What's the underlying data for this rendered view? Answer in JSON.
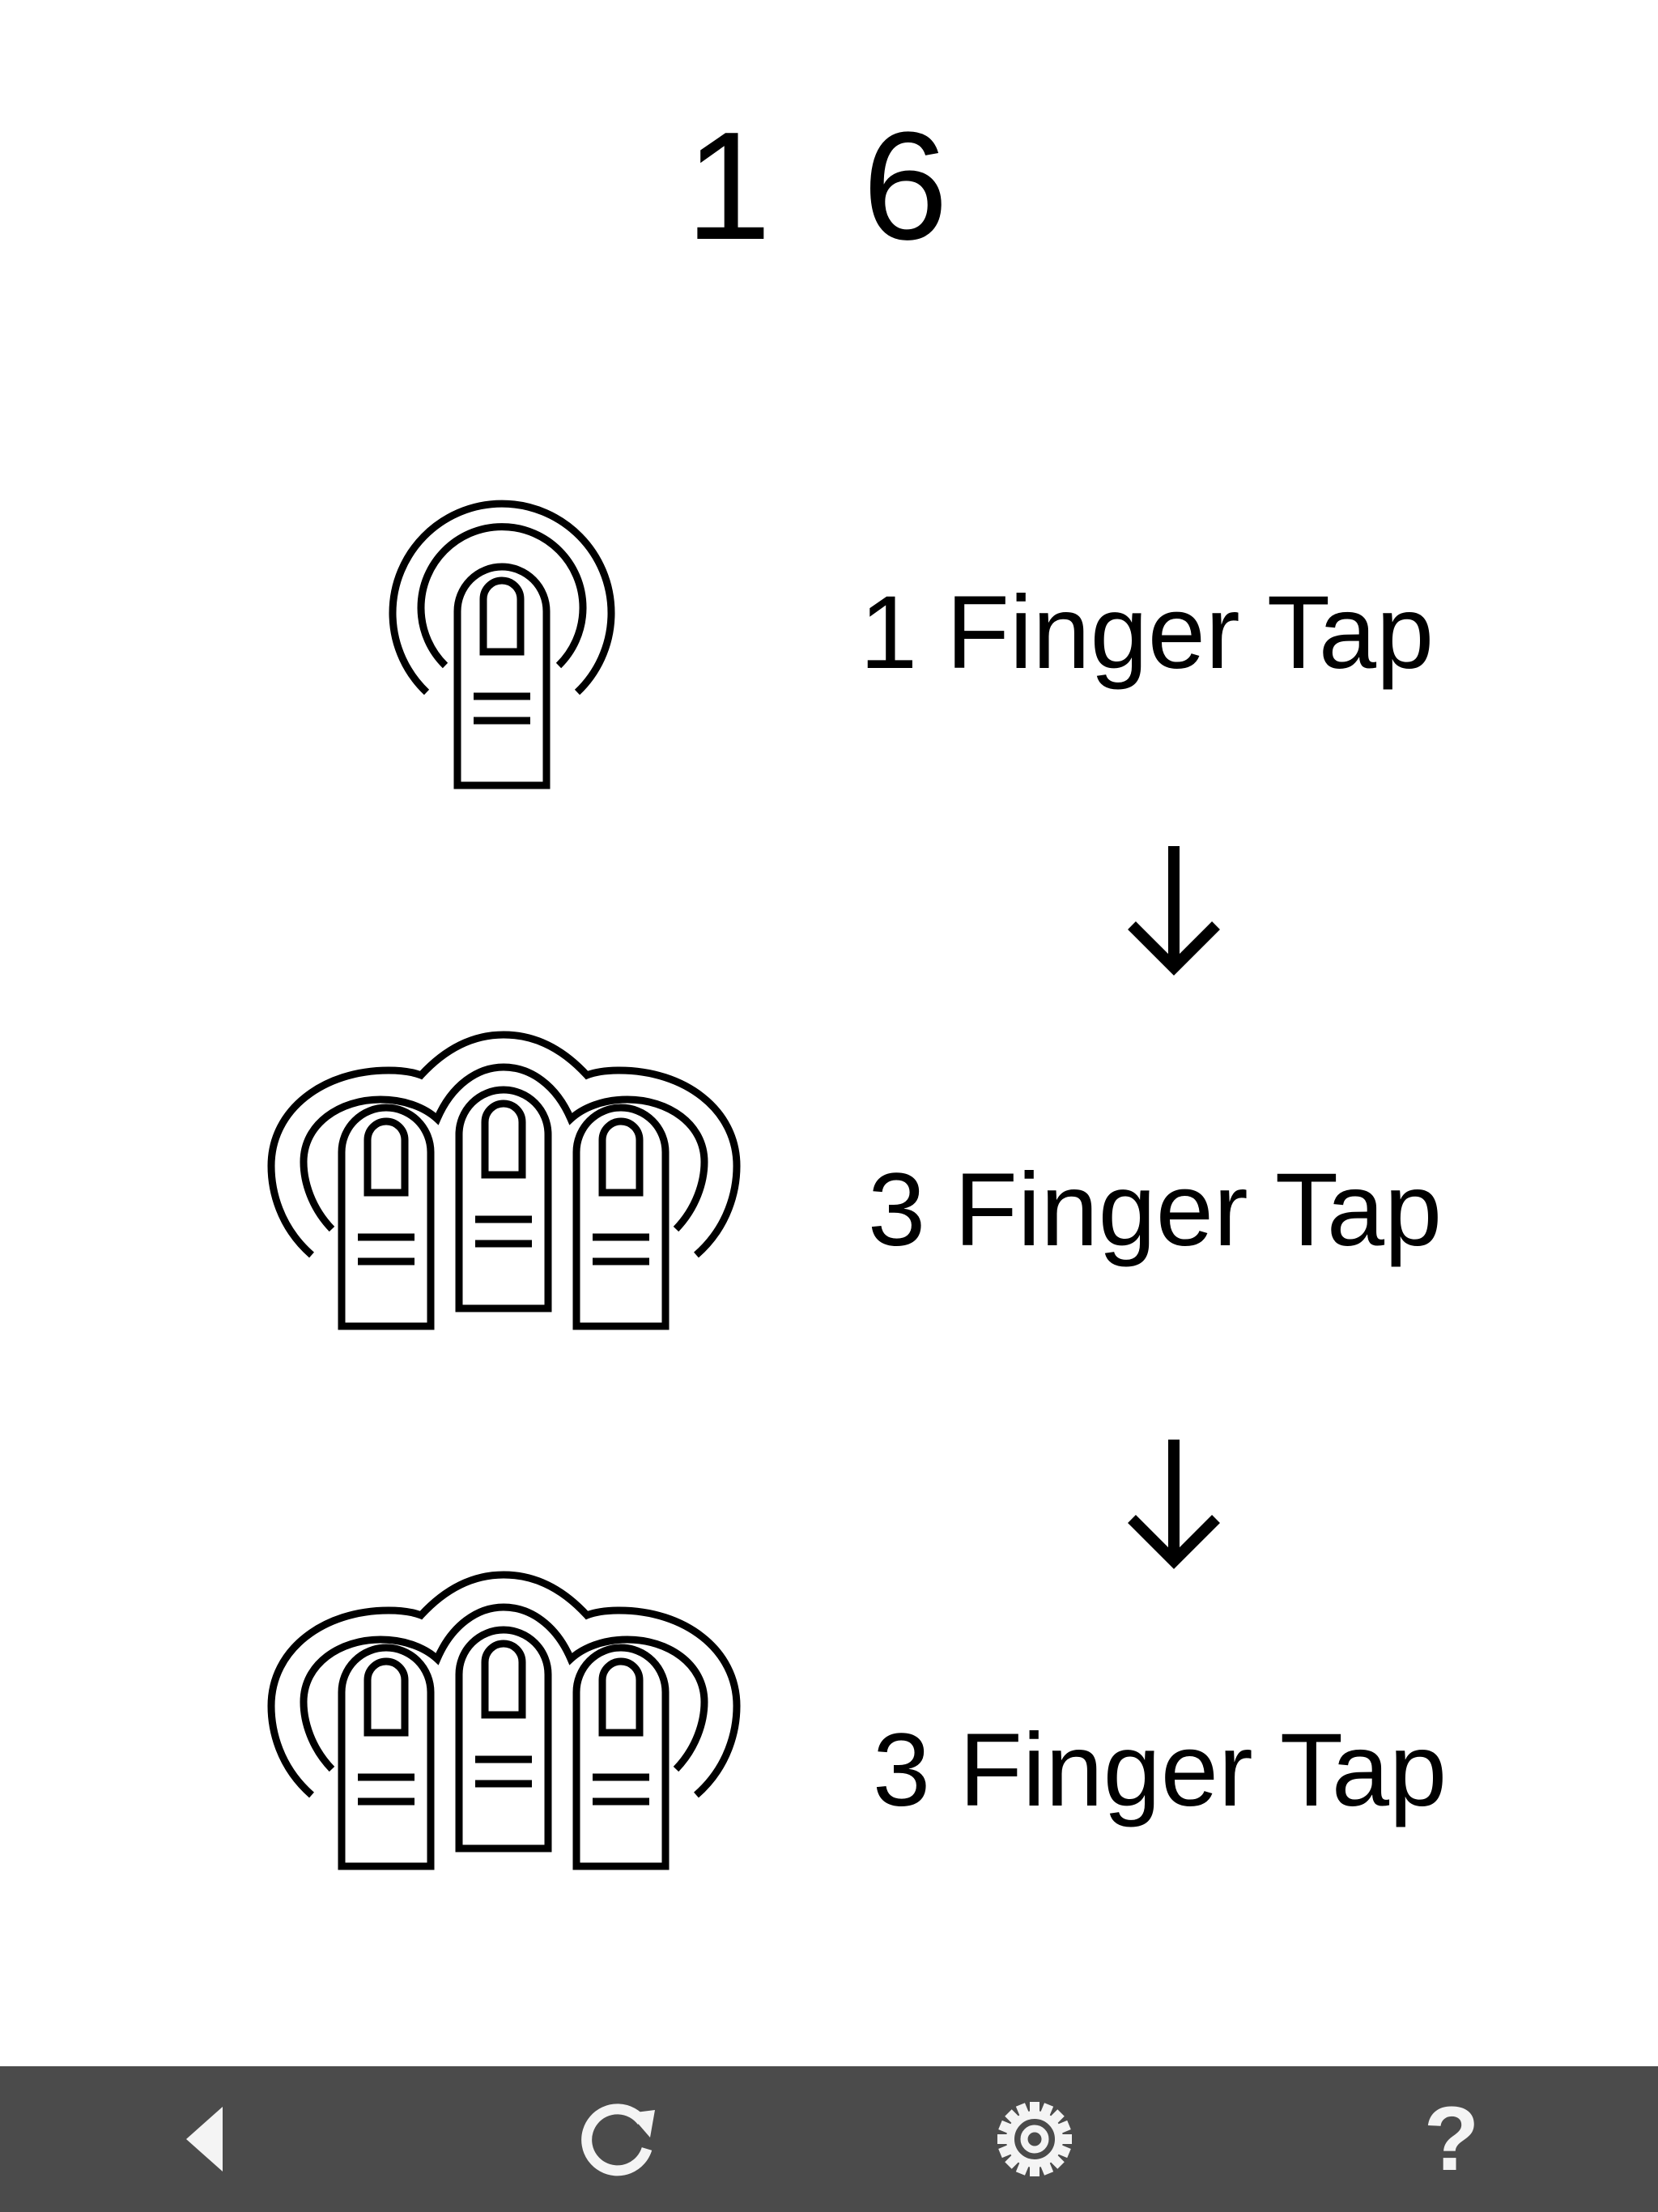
{
  "level": {
    "number": "1 6"
  },
  "steps": [
    {
      "icon": "one-finger-tap-icon",
      "label": "1 Finger Tap"
    },
    {
      "icon": "three-finger-tap-icon",
      "label": "3 Finger Tap"
    },
    {
      "icon": "three-finger-tap-icon",
      "label": "3 Finger Tap"
    }
  ],
  "connectors": [
    {
      "icon": "arrow-down-icon"
    },
    {
      "icon": "arrow-down-icon"
    }
  ],
  "toolbar": {
    "background": "#4b4b4b",
    "icon_color": "#f4f4f4",
    "buttons": [
      {
        "icon": "back-triangle-icon"
      },
      {
        "icon": "restart-icon"
      },
      {
        "icon": "gear-icon"
      },
      {
        "icon": "help-icon",
        "glyph": "?"
      }
    ]
  }
}
